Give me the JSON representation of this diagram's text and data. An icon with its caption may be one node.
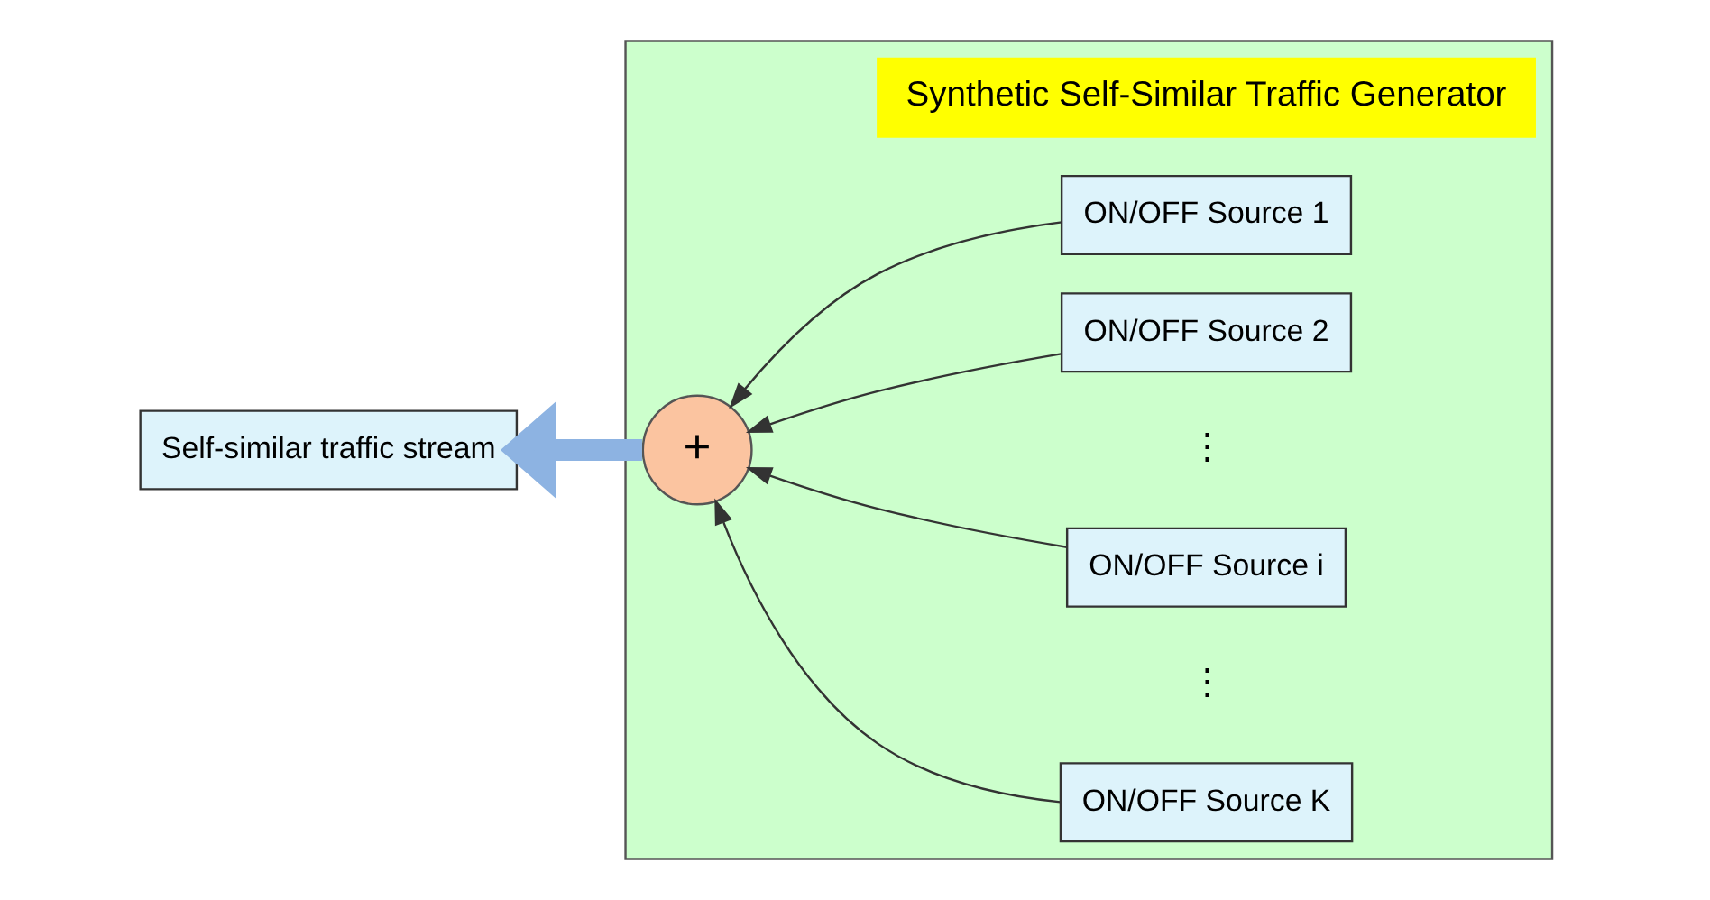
{
  "diagram": {
    "nodes": [
      {
        "text": [],
        "shape": "box"
      },
      {
        "text": [
          "Synthetic Self-Similar Traffic Generator"
        ],
        "in": 0
      },
      {
        "text": [
          "+"
        ],
        "in": 0
      },
      {
        "text": [
          "ON/OFF Source 1"
        ],
        "in": 0
      },
      {
        "text": [
          "ON/OFF Source 2"
        ],
        "in": 0
      },
      {
        "text": [
          "ON/OFF Source i"
        ],
        "in": 0
      },
      {
        "text": [
          "ON/OFF Source K"
        ],
        "in": 0
      },
      {
        "text": [
          "Self-similar traffic stream"
        ]
      }
    ],
    "edges": [
      {
        "from": 3,
        "to": 2,
        "arrow": "to"
      },
      {
        "from": 4,
        "to": 2,
        "arrow": "to"
      },
      {
        "from": 5,
        "to": 2,
        "arrow": "to"
      },
      {
        "from": 6,
        "to": 2,
        "arrow": "to"
      },
      {
        "from": 2,
        "to": 7,
        "arrow": "to",
        "style": "thick",
        "color": "#8db3e2"
      }
    ],
    "labels": [
      "⋮",
      "⋮"
    ]
  }
}
